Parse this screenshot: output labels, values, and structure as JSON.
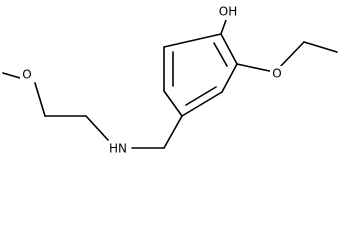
{
  "molecule": {
    "atoms": {
      "hydroxyl_oxygen": "OH",
      "ether_oxygen_ethoxy": "O",
      "ether_oxygen_methoxy": "O",
      "amine_nitrogen": "HN"
    }
  }
}
